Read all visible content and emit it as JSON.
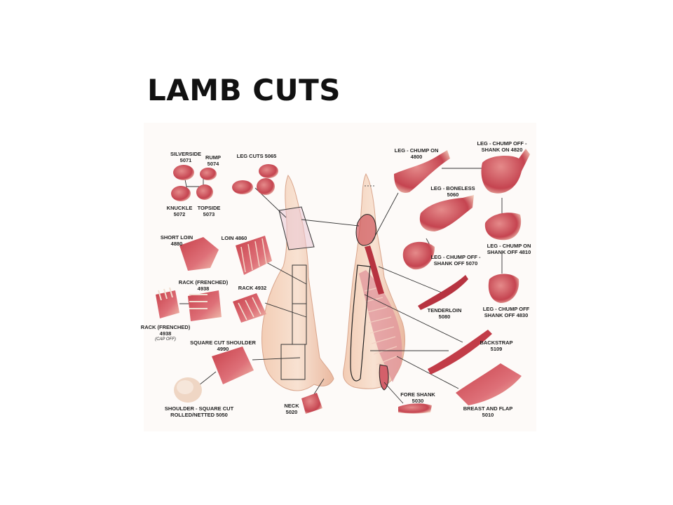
{
  "title": "LAMB CUTS",
  "colors": {
    "meat_dark": "#b5303a",
    "meat_mid": "#d9626a",
    "meat_light": "#f0b9a8",
    "fat": "#f6dcc8",
    "outline": "#333333",
    "leader": "#333333"
  },
  "labels": {
    "silverside": [
      "SILVERSIDE",
      "5071"
    ],
    "rump": [
      "RUMP",
      "5074"
    ],
    "leg_cuts": [
      "LEG CUTS 5065"
    ],
    "knuckle": [
      "KNUCKLE",
      "5072"
    ],
    "topside": [
      "TOPSIDE",
      "5073"
    ],
    "short_loin": [
      "SHORT LOIN",
      "4880"
    ],
    "loin": [
      "LOIN 4860"
    ],
    "rack_frenched": [
      "RACK (FRENCHED)",
      "4938"
    ],
    "rack": [
      "RACK 4932"
    ],
    "rack_frenched_cap_off": [
      "RACK (FRENCHED)",
      "4938"
    ],
    "cap_off_note": "(CAP OFF)",
    "square_cut_shoulder": [
      "SQUARE CUT SHOULDER",
      "4990"
    ],
    "shoulder_rolled": [
      "SHOULDER - SQUARE CUT",
      "ROLLED/NETTED 5050"
    ],
    "neck": [
      "NECK",
      "5020"
    ],
    "leg_chump_on": [
      "LEG - CHUMP ON",
      "4800"
    ],
    "leg_chump_off_shank_on": [
      "LEG - CHUMP OFF -",
      "SHANK ON 4820"
    ],
    "leg_boneless": [
      "LEG - BONELESS",
      "5060"
    ],
    "leg_chump_on_shank_off": [
      "LEG - CHUMP ON",
      "SHANK OFF 4810"
    ],
    "leg_chump_off_shank_off": [
      "LEG - CHUMP OFF -",
      "SHANK OFF 5070"
    ],
    "tenderloin": [
      "TENDERLOIN",
      "5080"
    ],
    "leg_chump_off_shank_off_4830": [
      "LEG - CHUMP OFF",
      "SHANK OFF 4830"
    ],
    "backstrap": [
      "BACKSTRAP",
      "5109"
    ],
    "fore_shank": [
      "FORE SHANK",
      "5030"
    ],
    "breast_and_flap": [
      "BREAST AND FLAP",
      "5010"
    ]
  }
}
